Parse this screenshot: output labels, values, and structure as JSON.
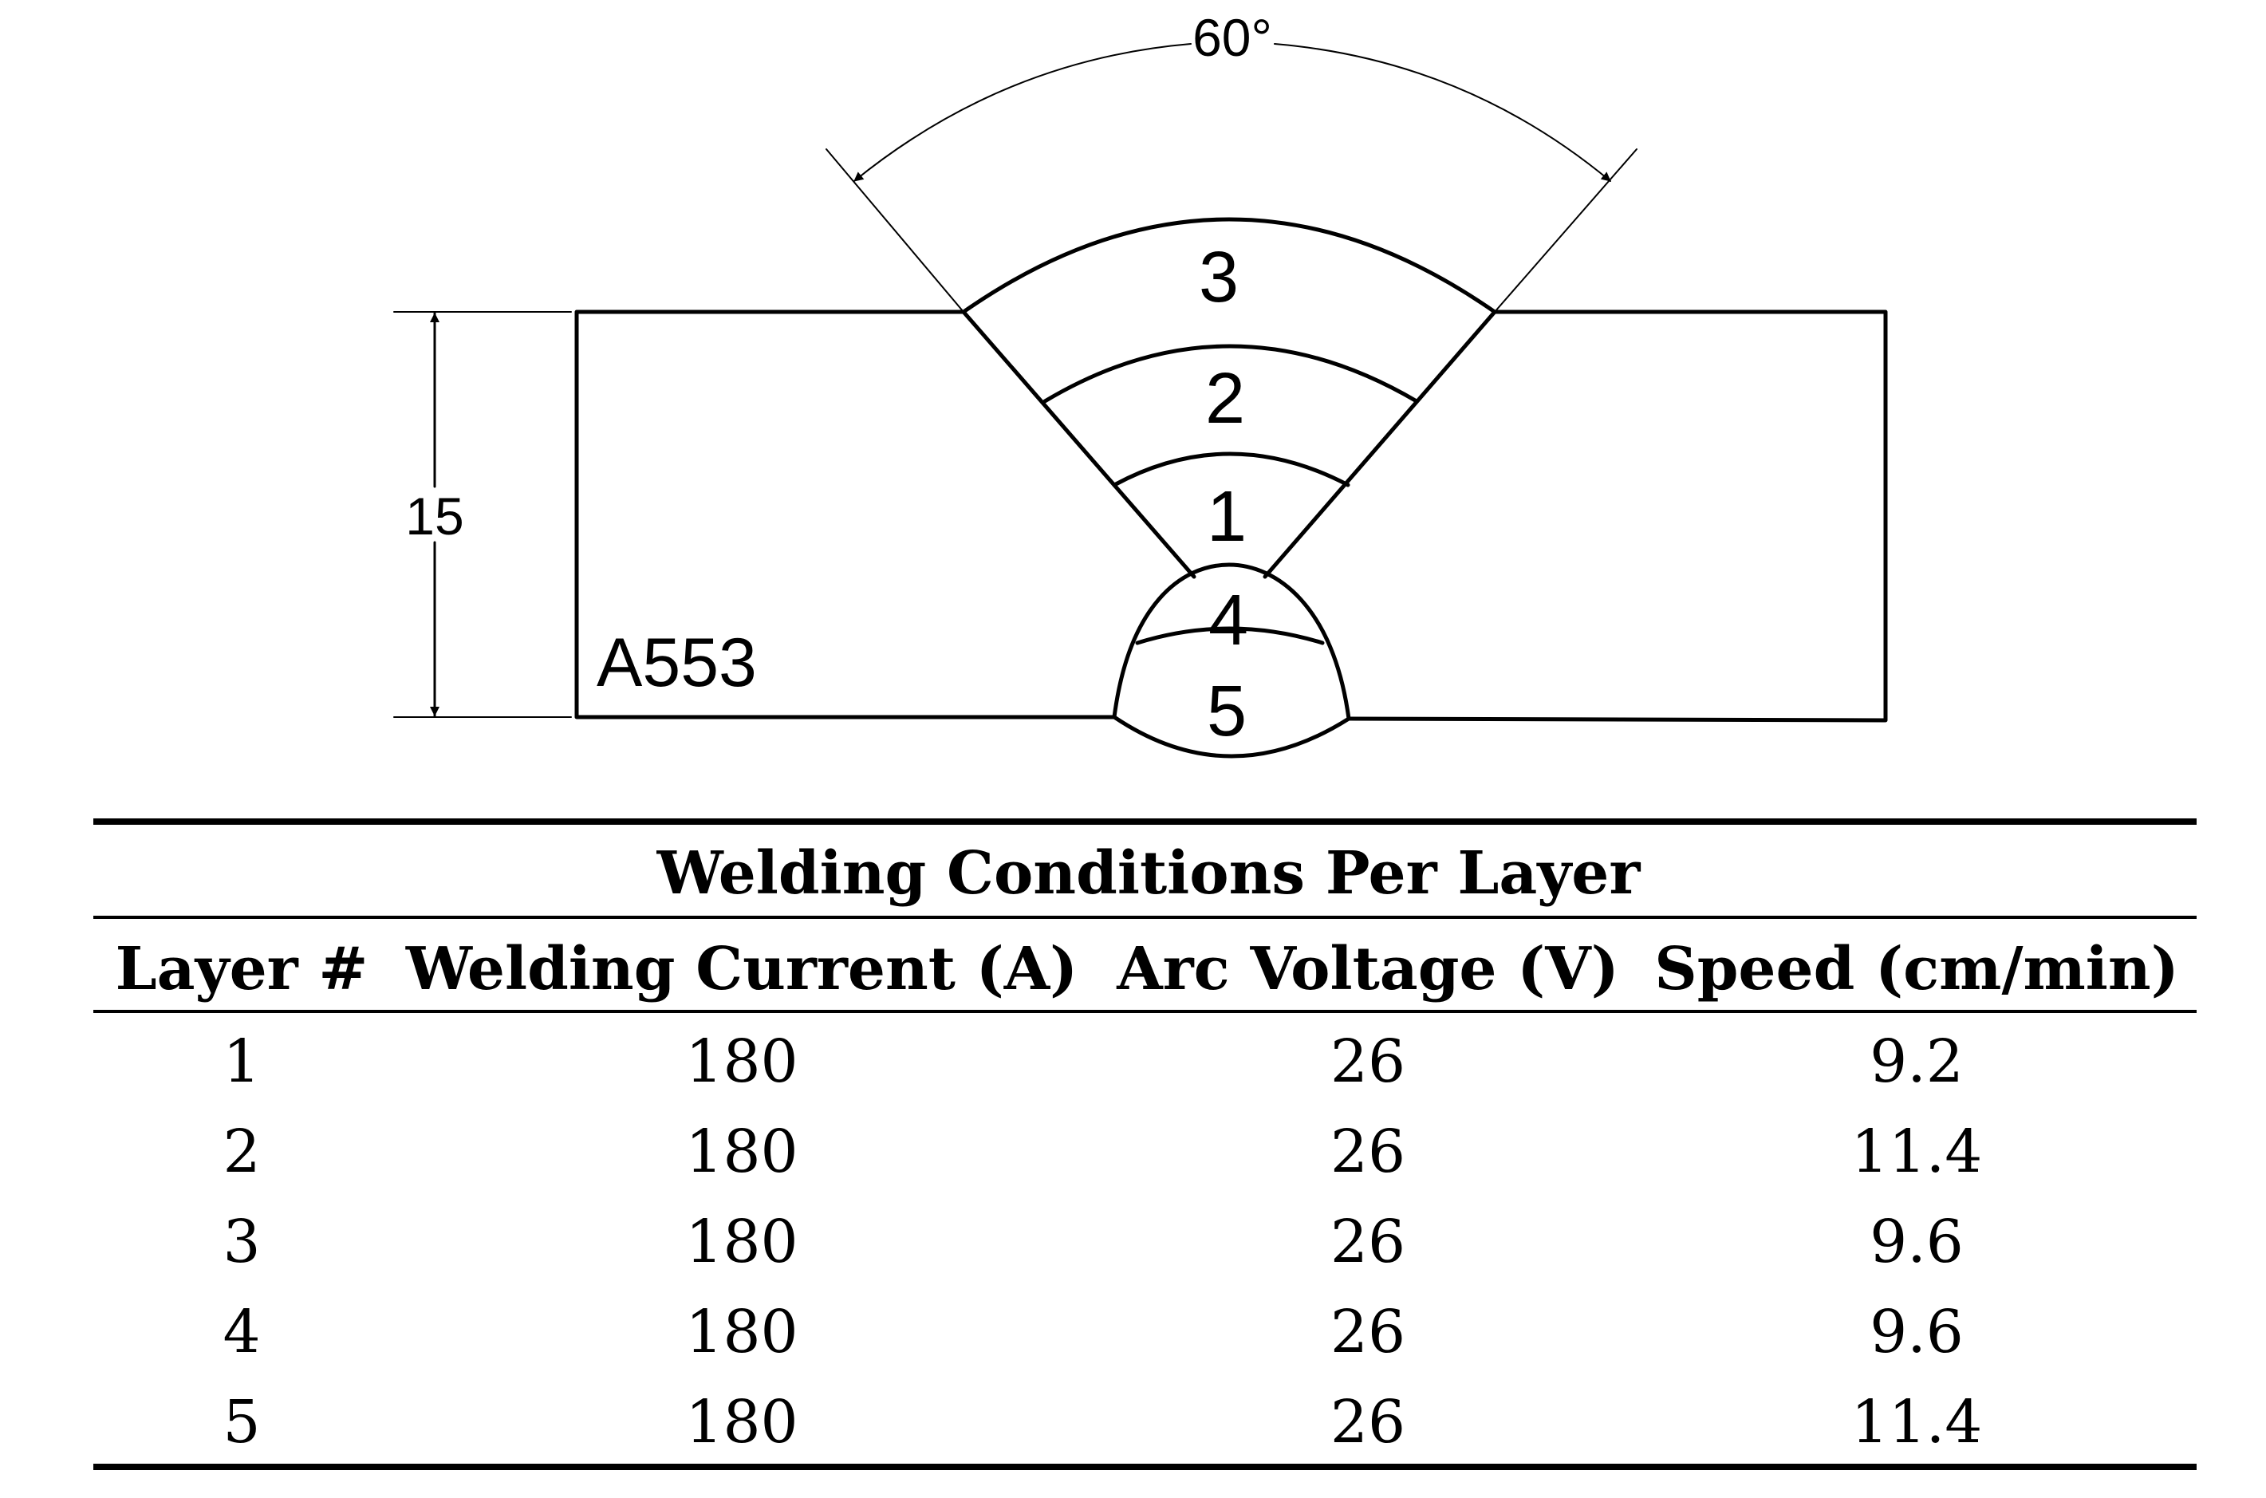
{
  "diagram": {
    "groove_angle": "60°",
    "plate_thickness": "15",
    "material": "A553",
    "passes": [
      "3",
      "2",
      "1",
      "4",
      "5"
    ]
  },
  "table": {
    "title": "Welding Conditions Per Layer",
    "headers": [
      "Layer #",
      "Welding Current (A)",
      "Arc Voltage (V)",
      "Speed (cm/min)"
    ],
    "rows": [
      [
        "1",
        "180",
        "26",
        "9.2"
      ],
      [
        "2",
        "180",
        "26",
        "11.4"
      ],
      [
        "3",
        "180",
        "26",
        "9.6"
      ],
      [
        "4",
        "180",
        "26",
        "9.6"
      ],
      [
        "5",
        "180",
        "26",
        "11.4"
      ]
    ]
  },
  "colors": {
    "ink": "#000000",
    "background": "#ffffff"
  }
}
